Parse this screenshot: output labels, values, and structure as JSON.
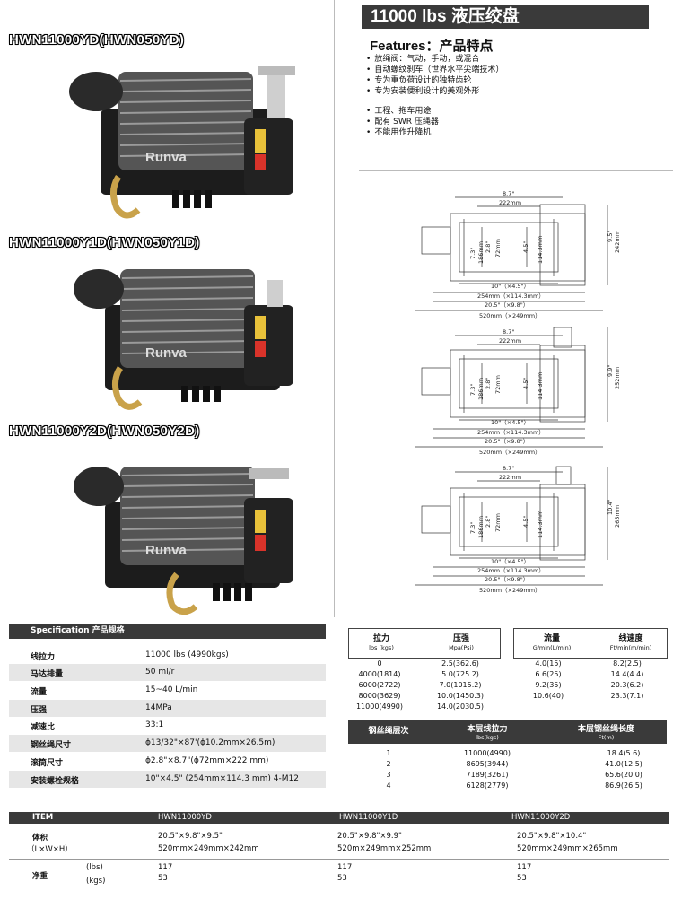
{
  "models": [
    {
      "title": "HWN11000YD(HWN050YD)",
      "brand": "Runva"
    },
    {
      "title": "HWN11000Y1D(HWN050Y1D)",
      "brand": "Runva"
    },
    {
      "title": "HWN11000Y2D(HWN050Y2D)",
      "brand": "Runva"
    }
  ],
  "header": {
    "title": "11000 lbs  液压绞盘"
  },
  "features": {
    "title": "Features：产品特点",
    "group1": [
      "放绳阀：气动，手动，或混合",
      "自动螺纹刹车（世界水平尖端技术）",
      "专为重负荷设计的独特齿轮",
      "专为安装便利设计的美观外形"
    ],
    "group2": [
      "工程、拖车用途",
      "配有 SWR 压绳器",
      "不能用作升降机"
    ]
  },
  "drawings": [
    {
      "top_w_in": "8.7\"",
      "top_w_mm": "222mm",
      "h_in": "9.5\"",
      "h_mm": "242mm",
      "l1": "7.3\"",
      "l2": "186mm",
      "l3": "2.8\"",
      "l4": "72mm",
      "l5": "4.5\"",
      "l6": "114.3mm",
      "b1": "10\"（×4.5\"）",
      "b2": "254mm（×114.3mm）",
      "b3": "20.5\"（×9.8\"）",
      "b4": "520mm（×249mm）"
    },
    {
      "top_w_in": "8.7\"",
      "top_w_mm": "222mm",
      "h_in": "9.9\"",
      "h_mm": "252mm",
      "l1": "7.3\"",
      "l2": "186mm",
      "l3": "2.8\"",
      "l4": "72mm",
      "l5": "4.5\"",
      "l6": "114.3mm",
      "b1": "10\"（×4.5\"）",
      "b2": "254mm（×114.3mm）",
      "b3": "20.5\"（×9.8\"）",
      "b4": "520mm（×249mm）"
    },
    {
      "top_w_in": "8.7\"",
      "top_w_mm": "222mm",
      "h_in": "10.4\"",
      "h_mm": "265mm",
      "l1": "7.3\"",
      "l2": "186mm",
      "l3": "2.8\"",
      "l4": "72mm",
      "l5": "4.5\"",
      "l6": "114.3mm",
      "b1": "10\"（×4.5\"）",
      "b2": "254mm（×114.3mm）",
      "b3": "20.5\"（×9.8\"）",
      "b4": "520mm（×249mm）"
    }
  ],
  "spec": {
    "title": "Specification  产品规格",
    "rows": [
      {
        "k": "线拉力",
        "v": "11000     lbs (4990kgs)"
      },
      {
        "k": "马达排量",
        "v": "50 ml/r"
      },
      {
        "k": "流量",
        "v": "15~40 L/min"
      },
      {
        "k": "压强",
        "v": "14MPa"
      },
      {
        "k": "减速比",
        "v": "33:1"
      },
      {
        "k": "钢丝绳尺寸",
        "v": "ϕ13/32\"×87'(ϕ10.2mm×26.5m)"
      },
      {
        "k": "滚筒尺寸",
        "v": "ϕ2.8\"×8.7\"(ϕ72mm×222 mm)"
      },
      {
        "k": "安装螺栓规格",
        "v": "10\"×4.5\" (254mm×114.3 mm) 4-M12"
      }
    ]
  },
  "perf": {
    "h1": "拉力",
    "s1": "lbs (kgs)",
    "h2": "压强",
    "s2": "Mpa(Psi)",
    "h3": "流量",
    "s3": "G/min(L/min)",
    "h4": "线速度",
    "s4": "Ft/min(m/min)",
    "rows": [
      [
        "0",
        "2.5(362.6)",
        "4.0(15)",
        "8.2(2.5)"
      ],
      [
        "4000(1814)",
        "5.0(725.2)",
        "6.6(25)",
        "14.4(4.4)"
      ],
      [
        "6000(2722)",
        "7.0(1015.2)",
        "9.2(35)",
        "20.3(6.2)"
      ],
      [
        "8000(3629)",
        "10.0(1450.3)",
        "10.6(40)",
        "23.3(7.1)"
      ],
      [
        "11000(4990)",
        "14.0(2030.5)",
        "",
        ""
      ]
    ]
  },
  "rope": {
    "h1": "钢丝绳层次",
    "h2": "本层线拉力",
    "s2": "lbs(kgs)",
    "h3": "本层钢丝绳长度",
    "s3": "Ft(m)",
    "rows": [
      [
        "1",
        "11000(4990)",
        "18.4(5.6)"
      ],
      [
        "2",
        "8695(3944)",
        "41.0(12.5)"
      ],
      [
        "3",
        "7189(3261)",
        "65.6(20.0)"
      ],
      [
        "4",
        "6128(2779)",
        "86.9(26.5)"
      ]
    ]
  },
  "items": {
    "label": "ITEM",
    "models": [
      "HWN11000YD",
      "HWN11000Y1D",
      "HWN11000Y2D"
    ],
    "size_label": "体积",
    "size_sub": "（L×W×H）",
    "size_in": [
      "20.5\"×9.8\"×9.5\"",
      "20.5\"×9.8\"×9.9\"",
      "20.5\"×9.8\"×10.4\""
    ],
    "size_mm": [
      "520mm×249mm×242mm",
      "520m×249mm×252mm",
      "520mm×249mm×265mm"
    ],
    "weight_label": "净重",
    "unit_lbs": "(lbs)",
    "unit_kgs": "(kgs)",
    "weight_lbs": [
      "117",
      "117",
      "117"
    ],
    "weight_kgs": [
      "53",
      "53",
      "53"
    ]
  }
}
